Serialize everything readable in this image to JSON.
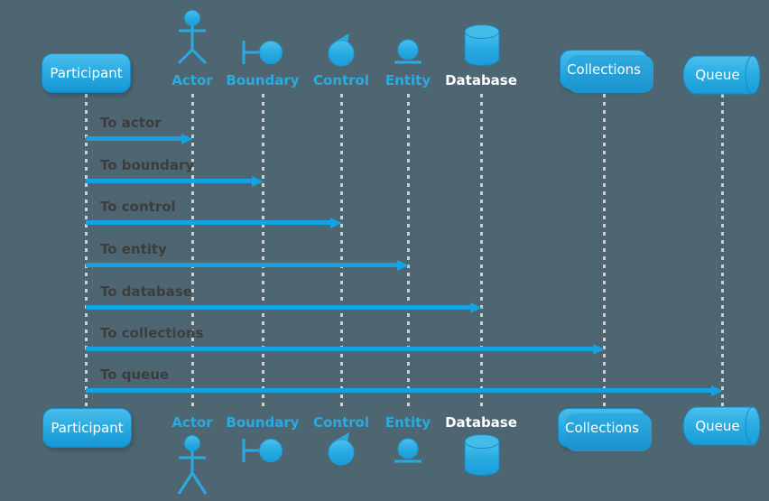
{
  "participants": [
    {
      "name": "Participant",
      "kind": "participant"
    },
    {
      "name": "Actor",
      "kind": "actor"
    },
    {
      "name": "Boundary",
      "kind": "boundary"
    },
    {
      "name": "Control",
      "kind": "control"
    },
    {
      "name": "Entity",
      "kind": "entity"
    },
    {
      "name": "Database",
      "kind": "database"
    },
    {
      "name": "Collections",
      "kind": "collections"
    },
    {
      "name": "Queue",
      "kind": "queue"
    }
  ],
  "messages": [
    {
      "label": "To actor",
      "from": "Participant",
      "to": "Actor"
    },
    {
      "label": "To boundary",
      "from": "Participant",
      "to": "Boundary"
    },
    {
      "label": "To control",
      "from": "Participant",
      "to": "Control"
    },
    {
      "label": "To entity",
      "from": "Participant",
      "to": "Entity"
    },
    {
      "label": "To database",
      "from": "Participant",
      "to": "Database"
    },
    {
      "label": "To collections",
      "from": "Participant",
      "to": "Collections"
    },
    {
      "label": "To queue",
      "from": "Participant",
      "to": "Queue"
    }
  ],
  "colors": {
    "background": "#4d6671",
    "accent": "#29abe2",
    "accent_light": "#49bdeb",
    "accent_dark": "#1697d4",
    "arrow": "#14a3e0",
    "message_text": "#3d3d3d",
    "lifeline": "#cdd1d3",
    "text_white": "#ffffff"
  }
}
